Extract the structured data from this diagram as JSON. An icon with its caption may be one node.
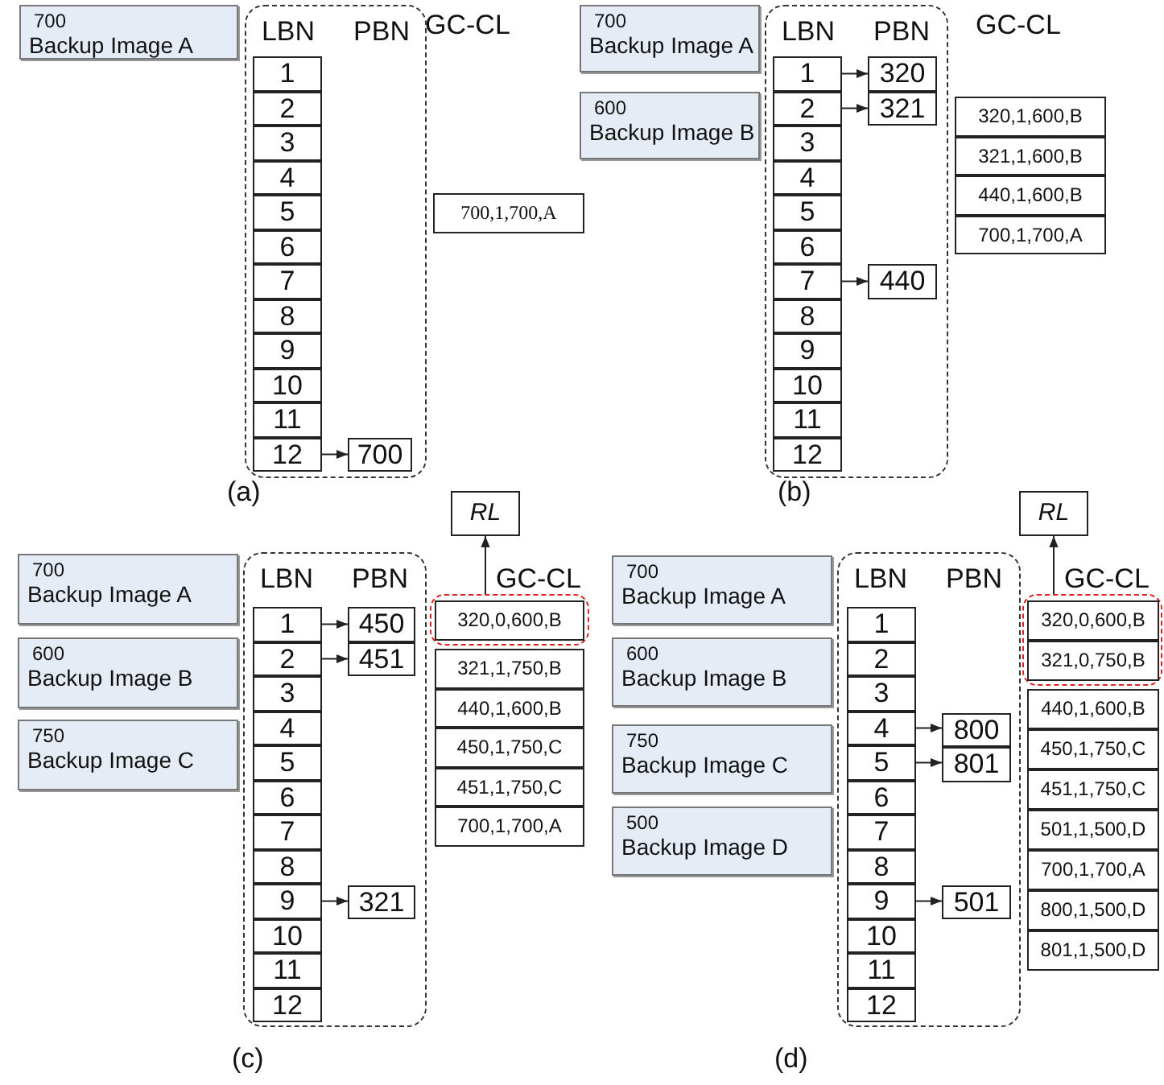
{
  "diagram": {
    "nodes": [
      {
        "text": [
          "700",
          "Backup Image A"
        ]
      },
      {
        "text": [
          "LBN",
          "PBN"
        ]
      },
      {
        "text": [
          "1"
        ],
        "in": 1
      },
      {
        "text": [
          "2"
        ],
        "in": 1
      },
      {
        "text": [
          "3"
        ],
        "in": 1
      },
      {
        "text": [
          "4"
        ],
        "in": 1
      },
      {
        "text": [
          "5"
        ],
        "in": 1
      },
      {
        "text": [
          "6"
        ],
        "in": 1
      },
      {
        "text": [
          "7"
        ],
        "in": 1
      },
      {
        "text": [
          "8"
        ],
        "in": 1
      },
      {
        "text": [
          "9"
        ],
        "in": 1
      },
      {
        "text": [
          "10"
        ],
        "in": 1
      },
      {
        "text": [
          "11"
        ],
        "in": 1
      },
      {
        "text": [
          "12"
        ],
        "in": 1
      },
      {
        "text": [
          "700"
        ],
        "in": 1
      },
      {
        "text": [
          "700,1,700,A"
        ]
      },
      {
        "text": [
          "700",
          "Backup Image A"
        ]
      },
      {
        "text": [
          "600",
          "Backup Image B"
        ]
      },
      {
        "text": [
          "LBN",
          "PBN"
        ]
      },
      {
        "text": [
          "1"
        ],
        "in": 18
      },
      {
        "text": [
          "2"
        ],
        "in": 18
      },
      {
        "text": [
          "3"
        ],
        "in": 18
      },
      {
        "text": [
          "4"
        ],
        "in": 18
      },
      {
        "text": [
          "5"
        ],
        "in": 18
      },
      {
        "text": [
          "6"
        ],
        "in": 18
      },
      {
        "text": [
          "7"
        ],
        "in": 18
      },
      {
        "text": [
          "8"
        ],
        "in": 18
      },
      {
        "text": [
          "9"
        ],
        "in": 18
      },
      {
        "text": [
          "10"
        ],
        "in": 18
      },
      {
        "text": [
          "11"
        ],
        "in": 18
      },
      {
        "text": [
          "12"
        ],
        "in": 18
      },
      {
        "text": [
          "320"
        ],
        "in": 18
      },
      {
        "text": [
          "321"
        ],
        "in": 18
      },
      {
        "text": [
          "440"
        ],
        "in": 18
      },
      {
        "text": [
          "320,1,600,B"
        ]
      },
      {
        "text": [
          "321,1,600,B"
        ]
      },
      {
        "text": [
          "440,1,600,B"
        ]
      },
      {
        "text": [
          "700,1,700,A"
        ]
      },
      {
        "text": [
          "RL"
        ]
      },
      {
        "text": [
          "700",
          "Backup Image A"
        ]
      },
      {
        "text": [
          "600",
          "Backup Image B"
        ]
      },
      {
        "text": [
          "750",
          "Backup Image C"
        ]
      },
      {
        "text": [
          "LBN",
          "PBN"
        ]
      },
      {
        "text": [
          "1"
        ],
        "in": 42
      },
      {
        "text": [
          "2"
        ],
        "in": 42
      },
      {
        "text": [
          "3"
        ],
        "in": 42
      },
      {
        "text": [
          "4"
        ],
        "in": 42
      },
      {
        "text": [
          "5"
        ],
        "in": 42
      },
      {
        "text": [
          "6"
        ],
        "in": 42
      },
      {
        "text": [
          "7"
        ],
        "in": 42
      },
      {
        "text": [
          "8"
        ],
        "in": 42
      },
      {
        "text": [
          "9"
        ],
        "in": 42
      },
      {
        "text": [
          "10"
        ],
        "in": 42
      },
      {
        "text": [
          "11"
        ],
        "in": 42
      },
      {
        "text": [
          "12"
        ],
        "in": 42
      },
      {
        "text": [
          "450"
        ],
        "in": 42
      },
      {
        "text": [
          "451"
        ],
        "in": 42
      },
      {
        "text": [
          "321"
        ],
        "in": 42
      },
      {
        "text": [],
        "shape": "box"
      },
      {
        "text": [
          "320,0,600,B"
        ],
        "in": 58
      },
      {
        "text": [
          "321,1,750,B"
        ]
      },
      {
        "text": [
          "440,1,600,B"
        ]
      },
      {
        "text": [
          "450,1,750,C"
        ]
      },
      {
        "text": [
          "451,1,750,C"
        ]
      },
      {
        "text": [
          "700,1,700,A"
        ]
      },
      {
        "text": [
          "RL"
        ]
      },
      {
        "text": [
          "700",
          "Backup Image A"
        ]
      },
      {
        "text": [
          "600",
          "Backup Image B"
        ]
      },
      {
        "text": [
          "750",
          "Backup Image C"
        ]
      },
      {
        "text": [
          "500",
          "Backup Image D"
        ]
      },
      {
        "text": [
          "LBN",
          "PBN"
        ]
      },
      {
        "text": [
          "1"
        ],
        "in": 70
      },
      {
        "text": [
          "2"
        ],
        "in": 70
      },
      {
        "text": [
          "3"
        ],
        "in": 70
      },
      {
        "text": [
          "4"
        ],
        "in": 70
      },
      {
        "text": [
          "5"
        ],
        "in": 70
      },
      {
        "text": [
          "6"
        ],
        "in": 70
      },
      {
        "text": [
          "7"
        ],
        "in": 70
      },
      {
        "text": [
          "8"
        ],
        "in": 70
      },
      {
        "text": [
          "9"
        ],
        "in": 70
      },
      {
        "text": [
          "10"
        ],
        "in": 70
      },
      {
        "text": [
          "11"
        ],
        "in": 70
      },
      {
        "text": [
          "12"
        ],
        "in": 70
      },
      {
        "text": [
          "800"
        ],
        "in": 70
      },
      {
        "text": [
          "801"
        ],
        "in": 70
      },
      {
        "text": [
          "501"
        ],
        "in": 70
      },
      {
        "text": [],
        "shape": "box"
      },
      {
        "text": [
          "320,0,600,B"
        ],
        "in": 86
      },
      {
        "text": [
          "321,0,750,B"
        ],
        "in": 86
      },
      {
        "text": [
          "440,1,600,B"
        ]
      },
      {
        "text": [
          "450,1,750,C"
        ]
      },
      {
        "text": [
          "451,1,750,C"
        ]
      },
      {
        "text": [
          "501,1,500,D"
        ]
      },
      {
        "text": [
          "700,1,700,A"
        ]
      },
      {
        "text": [
          "800,1,500,D"
        ]
      },
      {
        "text": [
          "801,1,500,D"
        ]
      }
    ],
    "edges": [
      {
        "from": 13,
        "to": 14,
        "arrow": "to"
      },
      {
        "from": 19,
        "to": 31,
        "arrow": "to"
      },
      {
        "from": 20,
        "to": 32,
        "arrow": "to"
      },
      {
        "from": 25,
        "to": 33,
        "arrow": "to"
      },
      {
        "from": 43,
        "to": 55,
        "arrow": "to"
      },
      {
        "from": 44,
        "to": 56,
        "arrow": "to"
      },
      {
        "from": 51,
        "to": 57,
        "arrow": "to"
      },
      {
        "from": 58,
        "to": 38,
        "arrow": "to"
      },
      {
        "from": 74,
        "to": 83,
        "arrow": "to"
      },
      {
        "from": 75,
        "to": 84,
        "arrow": "to"
      },
      {
        "from": 79,
        "to": 85,
        "arrow": "to"
      },
      {
        "from": 86,
        "to": 65,
        "arrow": "to"
      }
    ],
    "labels": [
      "GC-CL",
      "GC-CL",
      "(a)",
      "(b)",
      "GC-CL",
      "GC-CL",
      "(c)",
      "(d)"
    ]
  }
}
